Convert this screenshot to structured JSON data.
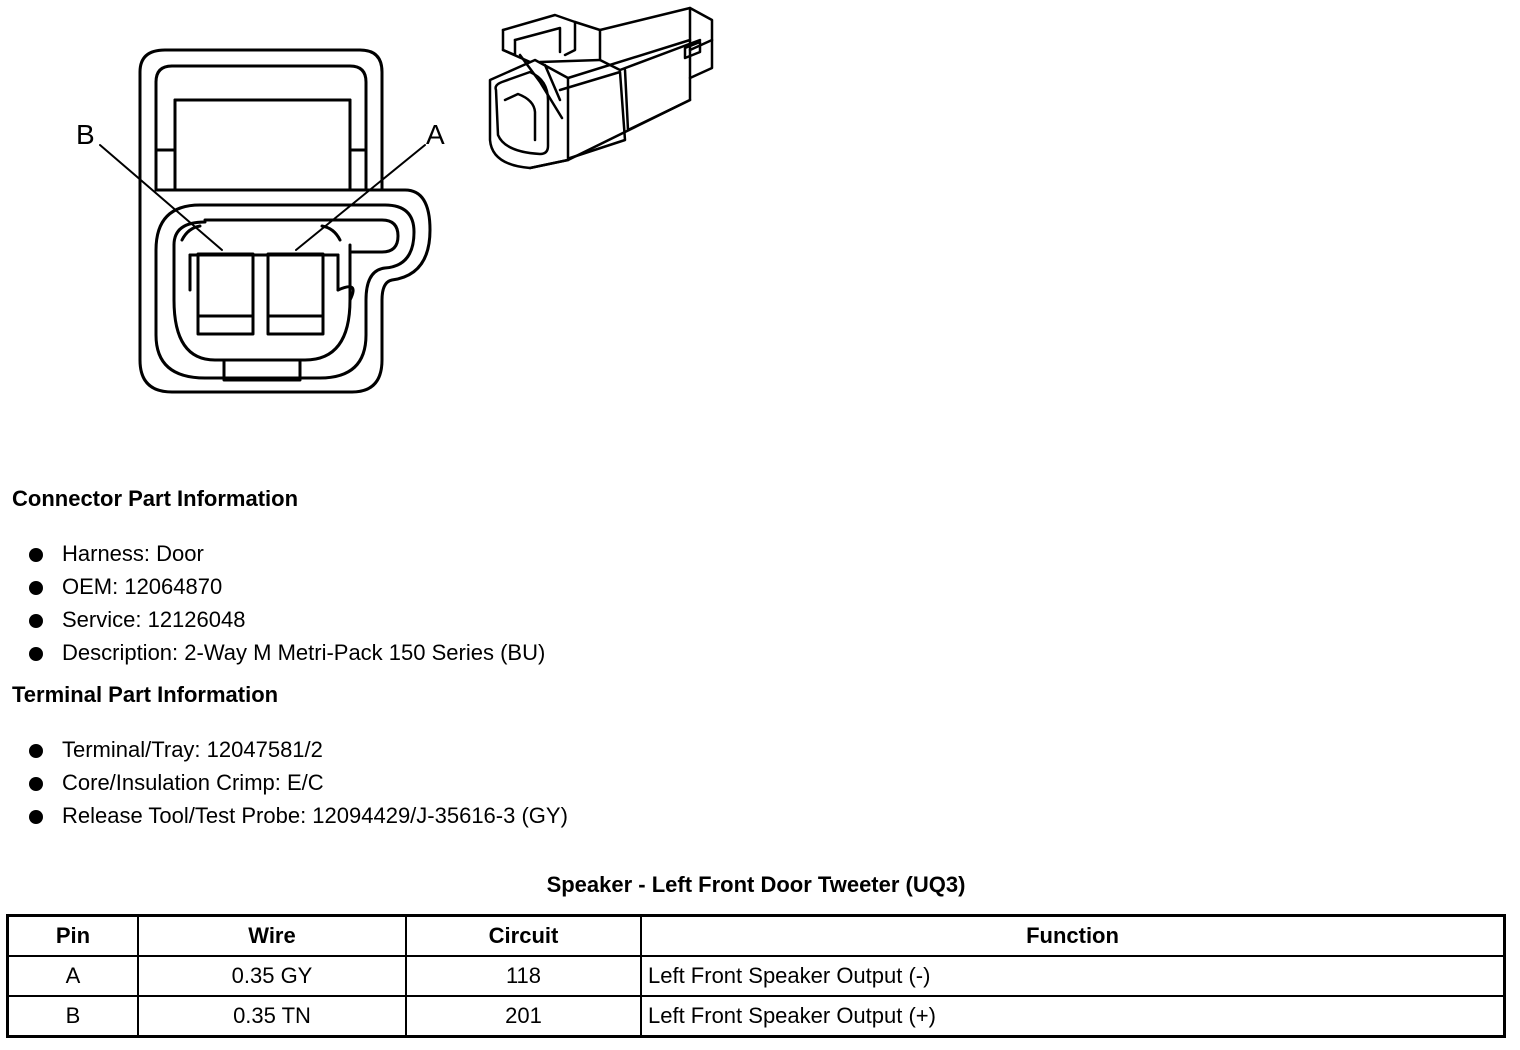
{
  "diagram": {
    "pin_labels": [
      "B",
      "A"
    ]
  },
  "connector": {
    "title": "Connector Part Information",
    "items": [
      "Harness: Door",
      "OEM: 12064870",
      "Service: 12126048",
      "Description: 2-Way M Metri-Pack 150 Series (BU)"
    ]
  },
  "terminal": {
    "title": "Terminal Part Information",
    "items": [
      "Terminal/Tray: 12047581/2",
      "Core/Insulation Crimp: E/C",
      "Release Tool/Test Probe: 12094429/J-35616-3 (GY)"
    ]
  },
  "table": {
    "title": "Speaker - Left Front Door Tweeter (UQ3)",
    "headers": [
      "Pin",
      "Wire",
      "Circuit",
      "Function"
    ],
    "rows": [
      [
        "A",
        "0.35 GY",
        "118",
        "Left Front Speaker Output (-)"
      ],
      [
        "B",
        "0.35 TN",
        "201",
        "Left Front Speaker Output (+)"
      ]
    ]
  }
}
